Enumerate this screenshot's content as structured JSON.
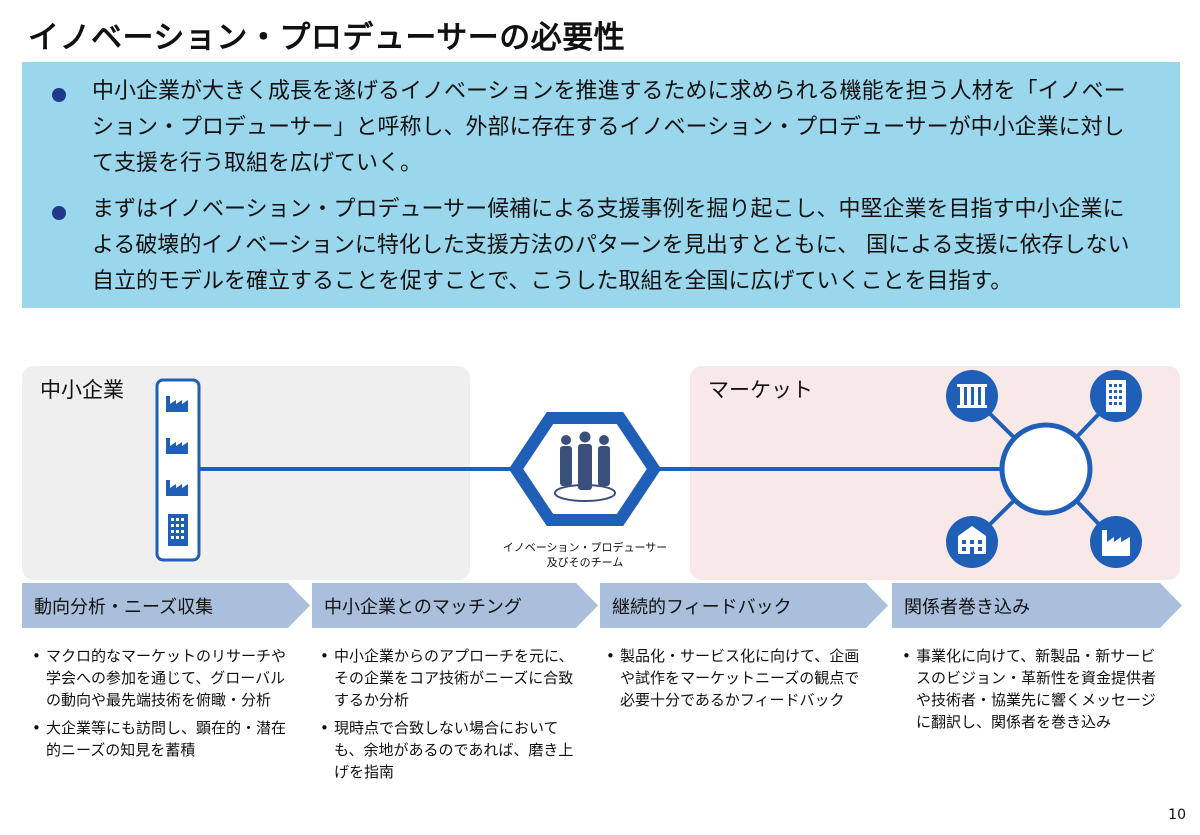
{
  "title": "イノベーション・プロデューサーの必要性",
  "summary": {
    "bullets": [
      "中小企業が大きく成長を遂げるイノベーションを推進するために求められる機能を担う人材を「イノベーション・プロデューサー」と呼称し、外部に存在するイノベーション・プロデューサーが中小企業に対して支援を行う取組を広げていく。",
      "まずはイノベーション・プロデューサー候補による支援事例を掘り起こし、中堅企業を目指す中小企業による破壊的イノベーションに特化した支援方法のパターンを見出すとともに、 国による支援に依存しない自立的モデルを確立することを促すことで、こうした取組を全国に広げていくことを目指す。"
    ]
  },
  "diagram": {
    "left_label": "中小企業",
    "right_label": "マーケット",
    "hexagon_caption_line1": "イノベーション・プロデューサー",
    "hexagon_caption_line2": "及びそのチーム",
    "colors": {
      "blue": "#1f5fb8",
      "left_bg": "#efefef",
      "right_bg": "#f9e8e8",
      "chevron": "#a9bfdc"
    },
    "icons": [
      "factory-icon",
      "building-icon",
      "team-icon",
      "laboratory-icon",
      "school-icon"
    ]
  },
  "steps": [
    {
      "label": "動向分析・ニーズ収集",
      "items": [
        "マクロ的なマーケットのリサーチや学会への参加を通じて、グローバルの動向や最先端技術を俯瞰・分析",
        "大企業等にも訪問し、顕在的・潜在的ニーズの知見を蓄積"
      ]
    },
    {
      "label": "中小企業とのマッチング",
      "items": [
        "中小企業からのアプローチを元に、その企業をコア技術がニーズに合致するか分析",
        "現時点で合致しない場合においても、余地があるのであれば、磨き上げを指南"
      ]
    },
    {
      "label": "継続的フィードバック",
      "items": [
        "製品化・サービス化に向けて、企画や試作をマーケットニーズの観点で必要十分であるかフィードバック"
      ]
    },
    {
      "label": "関係者巻き込み",
      "items": [
        "事業化に向けて、新製品・新サービスのビジョン・革新性を資金提供者や技術者・協業先に響くメッセージに翻訳し、関係者を巻き込み"
      ]
    }
  ],
  "page_number": "10"
}
